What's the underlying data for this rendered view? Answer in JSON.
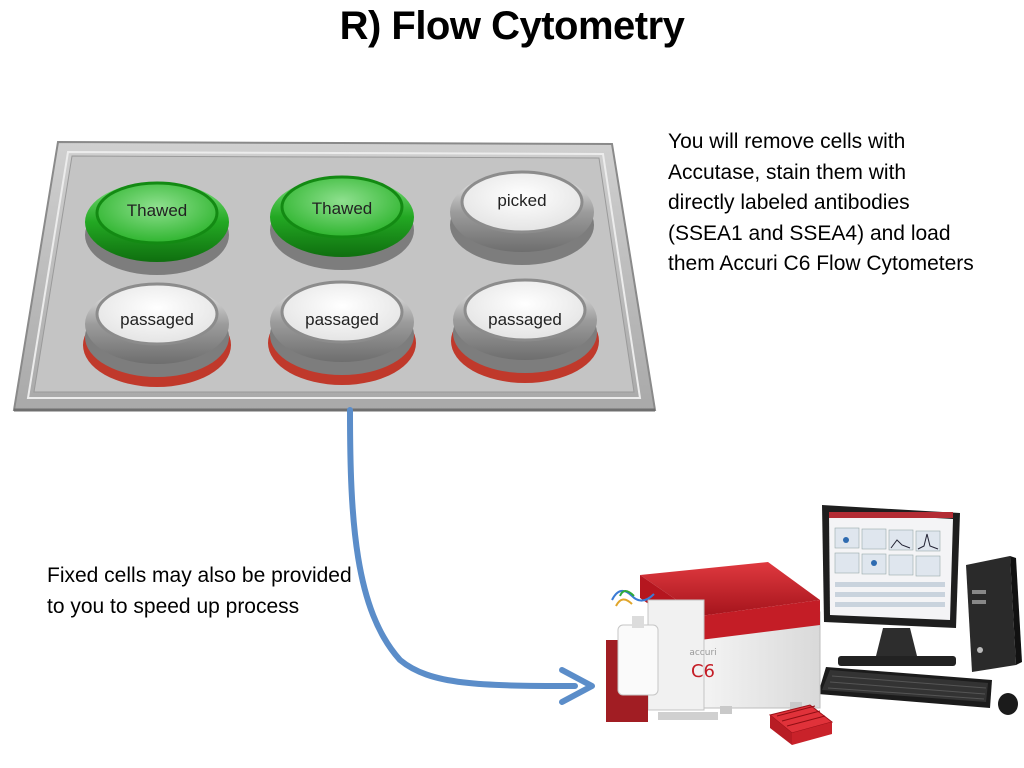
{
  "title": "R) Flow Cytometry",
  "description_right": "You will remove cells with Accutase, stain them with directly labeled antibodies (SSEA1 and SSEA4) and load them Accuri C6 Flow Cytometers",
  "description_left": "Fixed cells may also be provided to you to speed up process",
  "plate": {
    "wells": [
      {
        "label": "Thawed",
        "state": "thawed"
      },
      {
        "label": "Thawed",
        "state": "thawed"
      },
      {
        "label": "picked",
        "state": "picked"
      },
      {
        "label": "passaged",
        "state": "passaged"
      },
      {
        "label": "passaged",
        "state": "passaged"
      },
      {
        "label": "passaged",
        "state": "passaged"
      }
    ]
  },
  "instrument": {
    "brand": "accuri",
    "model": "C6"
  },
  "colors": {
    "thawed": "#2db52d",
    "passaged_rim": "#c0392b",
    "arrow": "#5b8dc9",
    "cytometer_lid": "#c8202a"
  }
}
